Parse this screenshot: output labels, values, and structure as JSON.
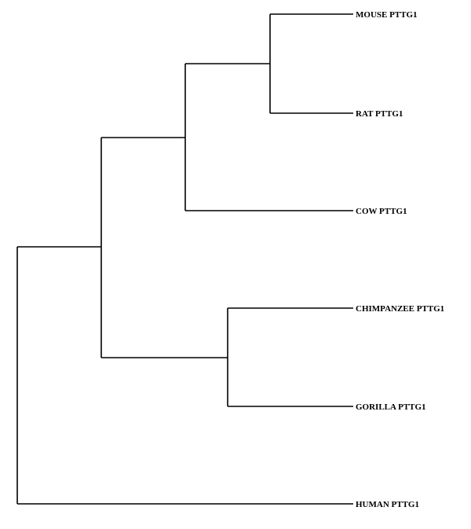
{
  "diagram": {
    "type": "phylogenetic-tree",
    "leaves": [
      {
        "id": "mouse",
        "label": "MOUSE PTTG1"
      },
      {
        "id": "rat",
        "label": "RAT PTTG1"
      },
      {
        "id": "cow",
        "label": "COW PTTG1"
      },
      {
        "id": "chimpanzee",
        "label": "CHIMPANZEE PTTG1"
      },
      {
        "id": "gorilla",
        "label": "GORILLA PTTG1"
      },
      {
        "id": "human",
        "label": "HUMAN PTTG1"
      }
    ],
    "topology": "((((MOUSE PTTG1,RAT PTTG1),COW PTTG1),(CHIMPANZEE PTTG1,GORILLA PTTG1)),HUMAN PTTG1)",
    "colors": {
      "line": "#000000",
      "text": "#000000",
      "background": "#ffffff"
    }
  }
}
